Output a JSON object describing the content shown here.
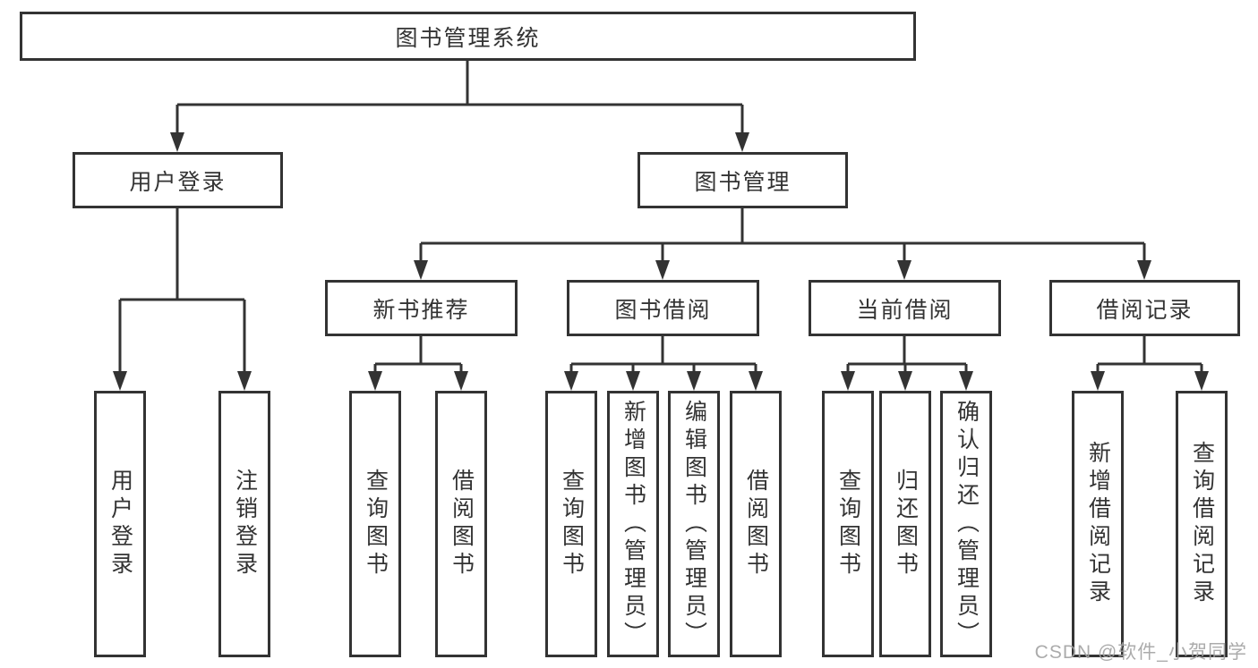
{
  "title": {
    "label": "图书管理系统"
  },
  "branches": {
    "user": {
      "label": "用户登录",
      "children": {
        "login": "用户登录",
        "logout": "注销登录"
      }
    },
    "book": {
      "label": "图书管理",
      "groups": {
        "recommend": {
          "label": "新书推荐",
          "children": {
            "query": "查询图书",
            "borrow": "借阅图书"
          }
        },
        "borrowing": {
          "label": "图书借阅",
          "children": {
            "query": "查询图书",
            "add": "新增图书（管理员）",
            "edit": "编辑图书（管理员）",
            "borrow": "借阅图书"
          }
        },
        "current": {
          "label": "当前借阅",
          "children": {
            "query": "查询图书",
            "return": "归还图书",
            "confirm": "确认归还（管理员）"
          }
        },
        "records": {
          "label": "借阅记录",
          "children": {
            "add": "新增借阅记录",
            "query": "查询借阅记录"
          }
        }
      }
    }
  },
  "watermark": {
    "text": "CSDN @软件_小贺同学"
  },
  "colors": {
    "line": "#333333",
    "text": "#333333",
    "background": "#ffffff",
    "watermark": "#a3a3a3"
  }
}
